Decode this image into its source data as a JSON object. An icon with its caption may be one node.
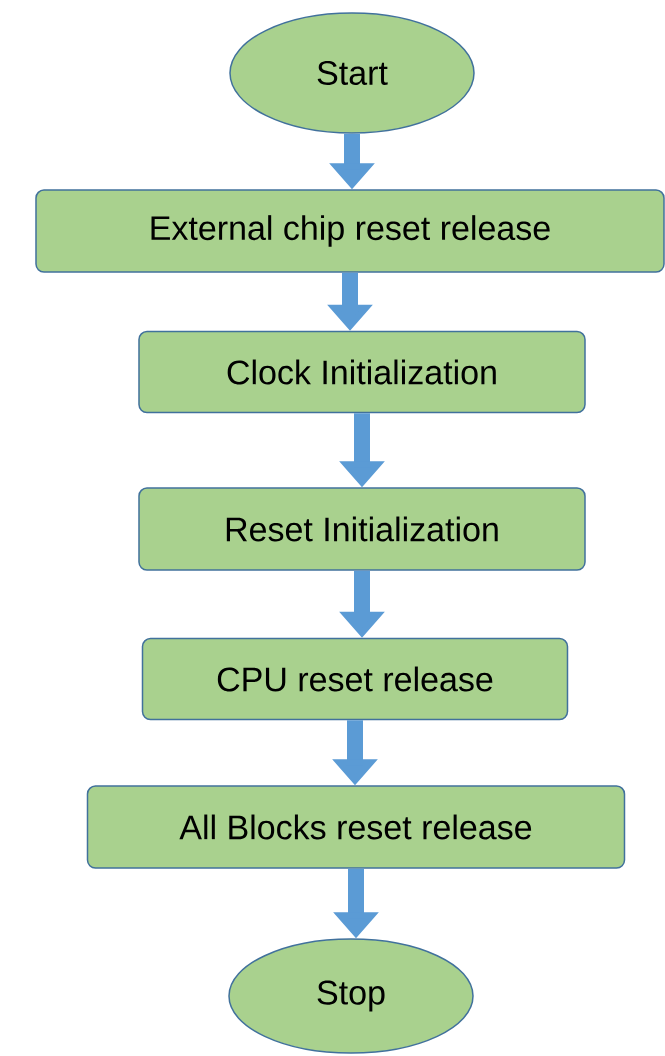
{
  "diagram": {
    "nodes": [
      {
        "text": [
          "Start"
        ]
      },
      {
        "text": [
          "External chip reset release"
        ]
      },
      {
        "text": [
          "Clock Initialization"
        ]
      },
      {
        "text": [
          "Reset Initialization"
        ]
      },
      {
        "text": [
          "CPU reset release"
        ]
      },
      {
        "text": [
          "All Blocks reset release"
        ]
      },
      {
        "text": [
          "Stop"
        ]
      }
    ],
    "edges": [
      {
        "from": 0,
        "to": 1,
        "arrow": "to"
      },
      {
        "from": 1,
        "to": 2,
        "arrow": "to"
      },
      {
        "from": 2,
        "to": 3,
        "arrow": "to"
      },
      {
        "from": 3,
        "to": 4,
        "arrow": "to"
      },
      {
        "from": 4,
        "to": 5,
        "arrow": "to"
      },
      {
        "from": 5,
        "to": 6,
        "arrow": "to"
      }
    ]
  }
}
